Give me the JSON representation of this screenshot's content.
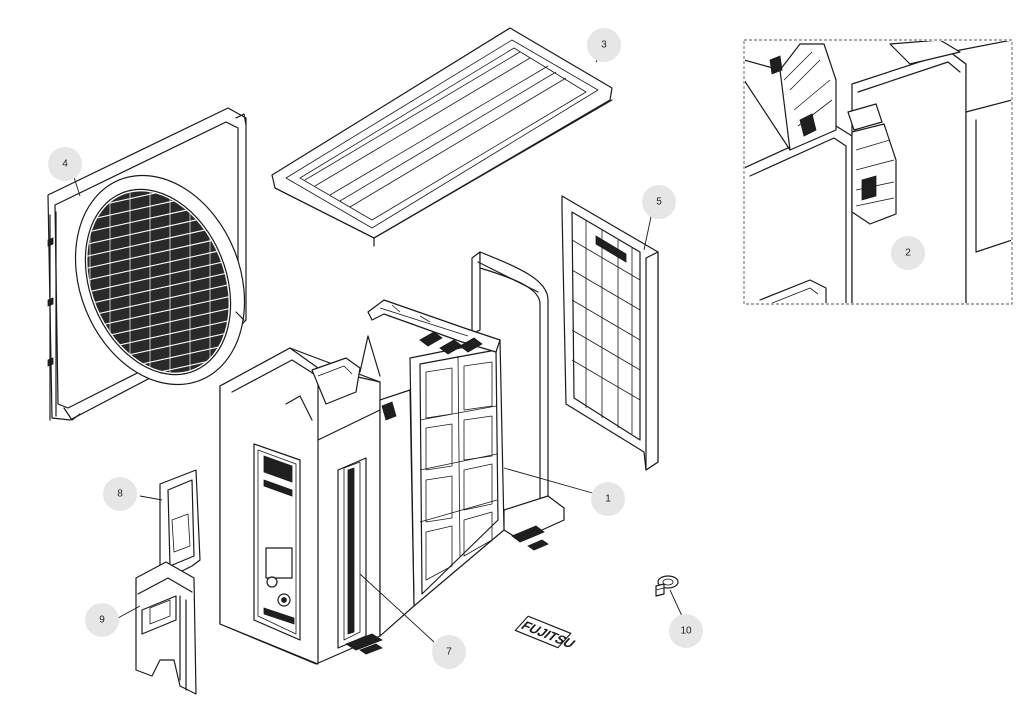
{
  "diagram": {
    "callouts": [
      {
        "id": "1",
        "label": "1"
      },
      {
        "id": "2",
        "label": "2"
      },
      {
        "id": "3",
        "label": "3"
      },
      {
        "id": "4",
        "label": "4"
      },
      {
        "id": "5",
        "label": "5"
      },
      {
        "id": "7",
        "label": "7"
      },
      {
        "id": "8",
        "label": "8"
      },
      {
        "id": "9",
        "label": "9"
      },
      {
        "id": "10",
        "label": "10"
      }
    ],
    "brand_mark": "FUJITSU"
  }
}
